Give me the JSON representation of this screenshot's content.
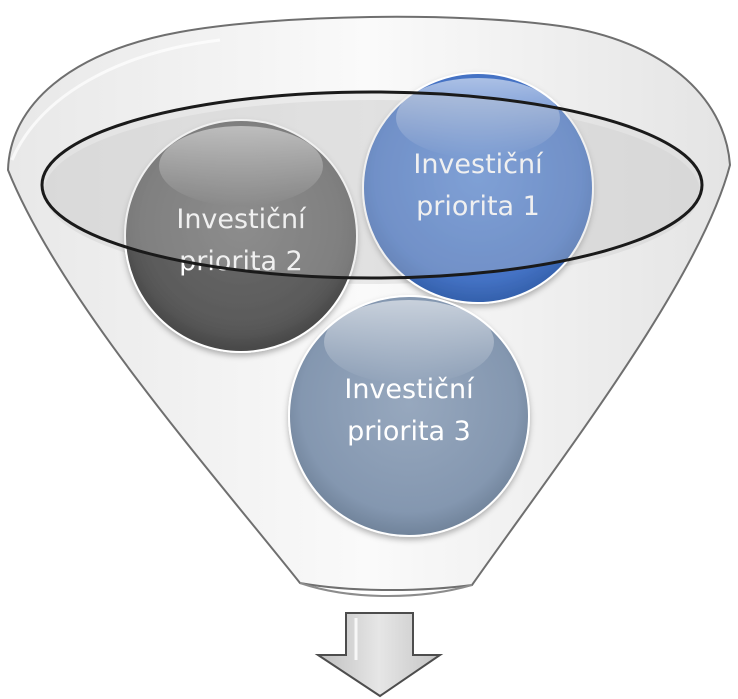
{
  "diagram": {
    "title": "",
    "priorities": [
      {
        "line1": "Investiční",
        "line2": "priorita 1"
      },
      {
        "line1": "Investiční",
        "line2": "priorita 2"
      },
      {
        "line1": "Investiční",
        "line2": "priorita 3"
      }
    ],
    "colors": {
      "priority_1": "#4472c4",
      "priority_2": "#595959",
      "priority_3": "#8497b0",
      "funnel_fill": "#f4f4f4",
      "funnel_outline": "#7f7f7f",
      "arrow_fill": "#d9d9d9"
    }
  }
}
